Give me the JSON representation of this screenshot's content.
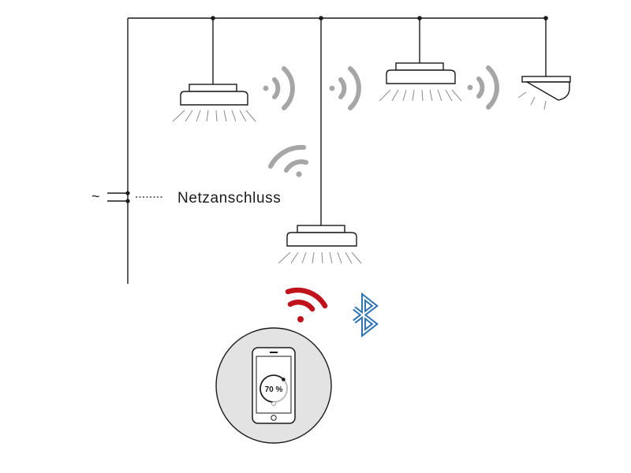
{
  "mains": {
    "symbol": "~",
    "label": "Netzanschluss"
  },
  "phone": {
    "dimmer_text": "70 %",
    "dimmer_level": 0.7
  },
  "colors": {
    "line": "#1a1a1a",
    "wave": "#a6a6a6",
    "wifi": "#c0121b",
    "bluetooth": "#2e74b5",
    "phone_circle": "#e3e3e3"
  },
  "icons": [
    "radio-wave-icon",
    "wifi-icon",
    "bluetooth-icon",
    "smartphone-icon",
    "dimmer-dial-icon",
    "ceiling-luminaire-icon",
    "spotlight-icon"
  ]
}
